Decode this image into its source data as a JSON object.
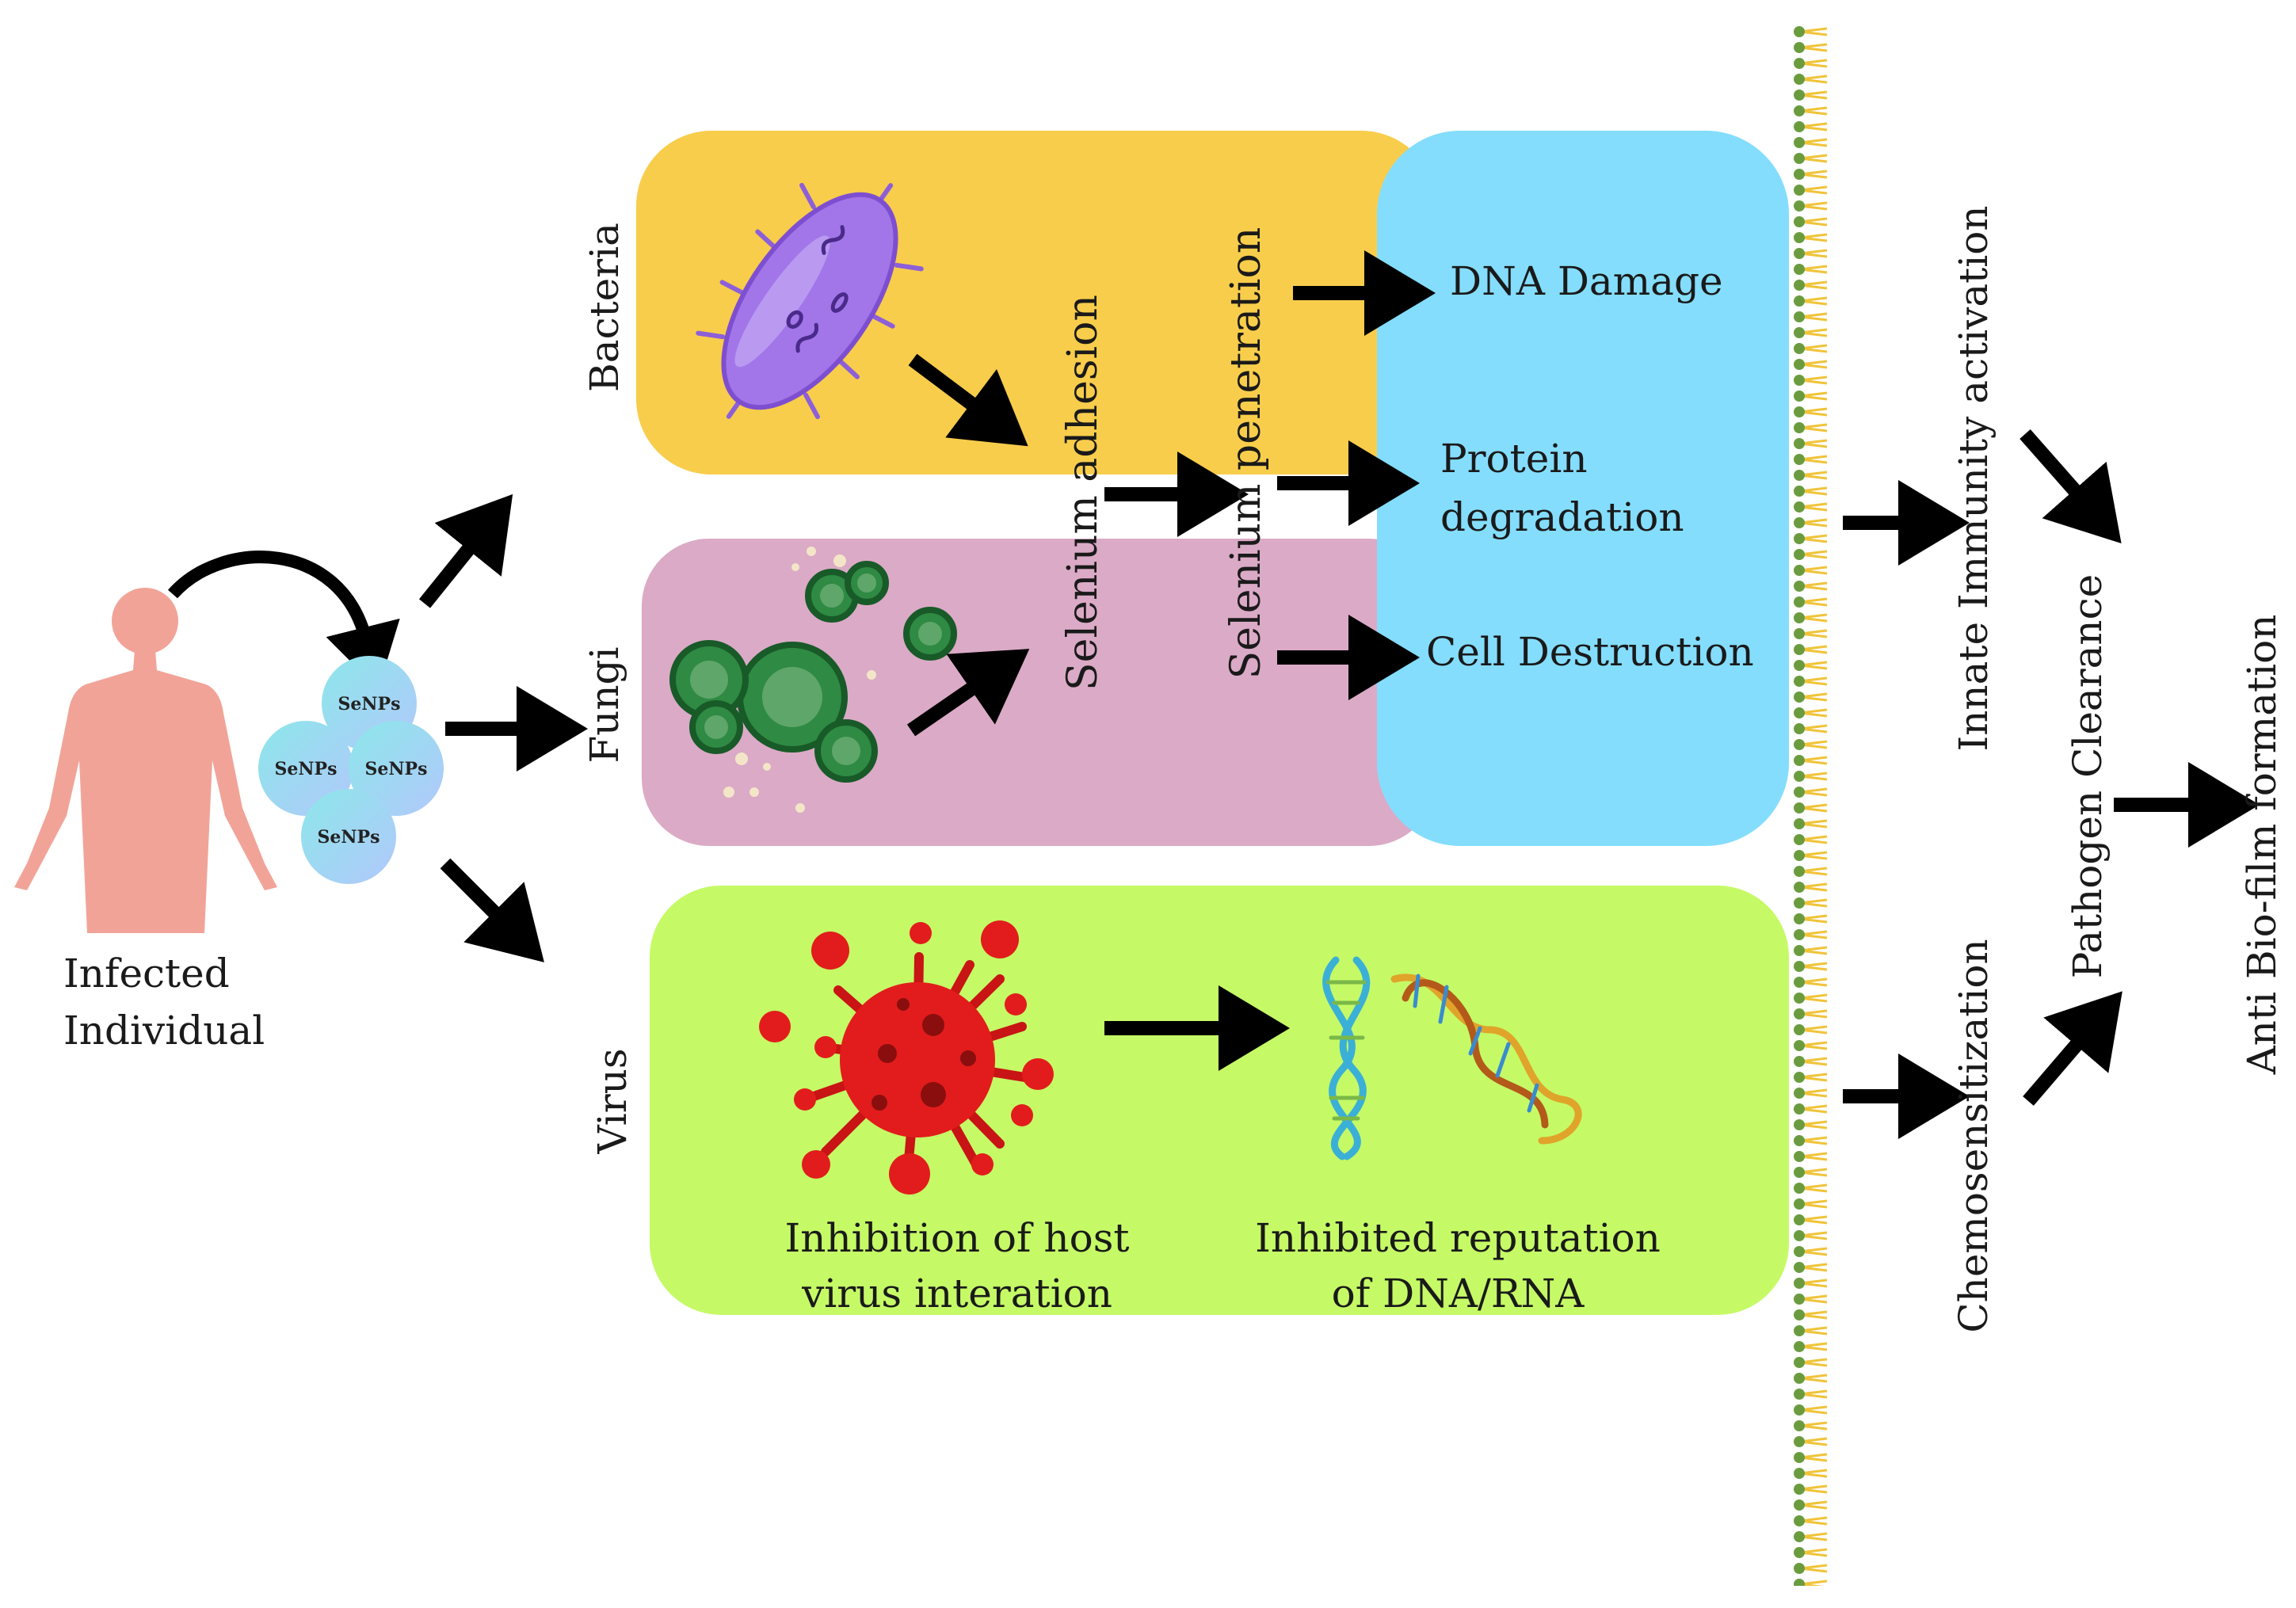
{
  "colors": {
    "bacteria_panel": "#f8cd4b",
    "fungi_panel": "#dbaac6",
    "virus_panel": "#c5fa66",
    "mechanism_panel": "#84ddfd",
    "arrow": "#000000",
    "human": "#f2a398",
    "nanoparticle_a": "#8ce7ea",
    "nanoparticle_b": "#b2d3fa",
    "bacterium": "#a276e8",
    "fungus": "#2f8a43",
    "virus": "#e21c1c",
    "membrane_green": "#6a9c3f",
    "membrane_yellow": "#f0c43a"
  },
  "left": {
    "person_label_1": "Infected",
    "person_label_2": "Individual",
    "nanoparticles": [
      "SeNPs",
      "SeNPs",
      "SeNPs",
      "SeNPs"
    ]
  },
  "pathogens": {
    "bacteria": "Bacteria",
    "fungi": "Fungi",
    "virus": "Virus"
  },
  "steps": {
    "adhesion": "Selenium adhesion",
    "penetration": "Selenium penetration"
  },
  "effects": {
    "dna_damage": "DNA Damage",
    "protein_1": "Protein",
    "protein_2": "degradation",
    "cell_destruction": "Cell Destruction"
  },
  "virus_effects": {
    "host_1": "Inhibition of host",
    "host_2": "virus interation",
    "rep_1": "Inhibited reputation",
    "rep_2": "of DNA/RNA"
  },
  "outcomes": {
    "innate": "Innate Immunity activation",
    "chemo": "Chemosensitization",
    "clearance": "Pathogen Clearance",
    "biofilm": "Anti Bio-film formation"
  },
  "icons": [
    "human-figure-icon",
    "nanoparticle-icon",
    "bacterium-icon",
    "fungus-icon",
    "virus-icon",
    "dna-helix-icon",
    "cell-membrane-icon",
    "arrow-icon"
  ]
}
